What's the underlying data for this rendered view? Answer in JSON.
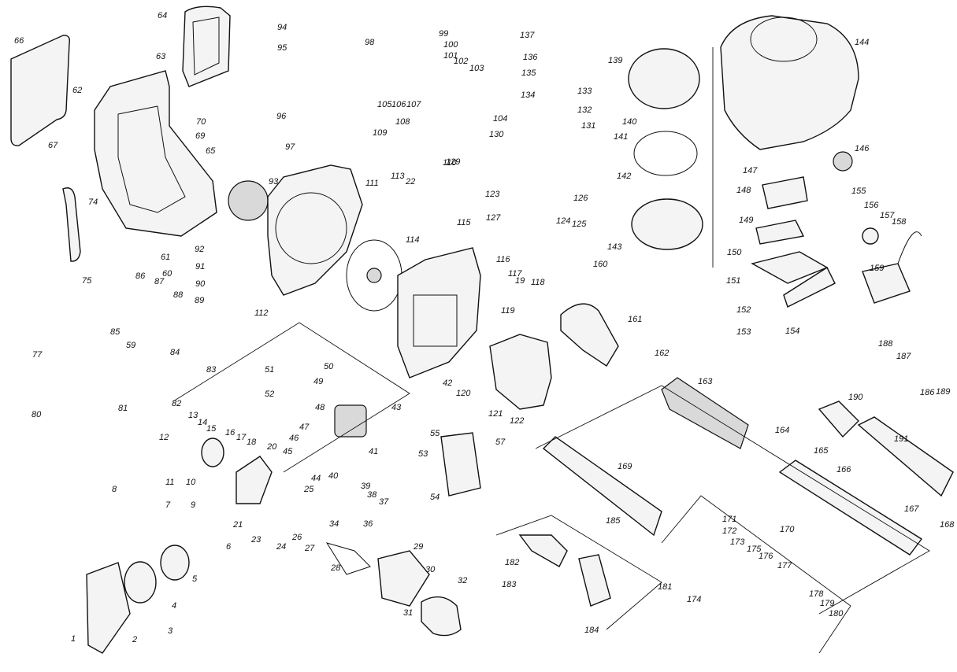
{
  "labels": [
    "1",
    "2",
    "3",
    "4",
    "5",
    "6",
    "7",
    "8",
    "9",
    "10",
    "11",
    "12",
    "13",
    "14",
    "15",
    "16",
    "17",
    "18",
    "19",
    "20",
    "21",
    "22",
    "23",
    "24",
    "25",
    "26",
    "27",
    "28",
    "29",
    "30",
    "31",
    "32",
    "34",
    "36",
    "37",
    "38",
    "39",
    "40",
    "41",
    "42",
    "43",
    "44",
    "45",
    "46",
    "47",
    "48",
    "49",
    "50",
    "51",
    "52",
    "53",
    "54",
    "55",
    "57",
    "59",
    "60",
    "61",
    "62",
    "63",
    "64",
    "65",
    "66",
    "67",
    "69",
    "70",
    "74",
    "75",
    "77",
    "80",
    "81",
    "82",
    "83",
    "84",
    "85",
    "86",
    "87",
    "88",
    "89",
    "90",
    "91",
    "92",
    "93",
    "94",
    "95",
    "96",
    "97",
    "98",
    "99",
    "100",
    "101",
    "102",
    "103",
    "104",
    "105",
    "106",
    "107",
    "108",
    "109",
    "110",
    "111",
    "112",
    "113",
    "114",
    "115",
    "116",
    "117",
    "118",
    "119",
    "120",
    "121",
    "122",
    "123",
    "124",
    "125",
    "126",
    "127",
    "129",
    "130",
    "131",
    "132",
    "133",
    "134",
    "135",
    "136",
    "137",
    "139",
    "140",
    "141",
    "142",
    "143",
    "144",
    "146",
    "147",
    "148",
    "149",
    "150",
    "151",
    "152",
    "153",
    "154",
    "155",
    "156",
    "157",
    "158",
    "159",
    "160",
    "161",
    "162",
    "163",
    "164",
    "165",
    "166",
    "167",
    "168",
    "169",
    "170",
    "171",
    "172",
    "173",
    "174",
    "175",
    "176",
    "177",
    "178",
    "179",
    "180",
    "181",
    "182",
    "183",
    "184",
    "185",
    "186",
    "187",
    "188",
    "189",
    "190",
    "191"
  ]
}
